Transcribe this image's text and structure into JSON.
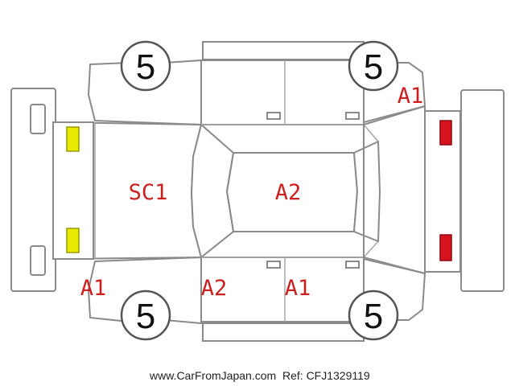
{
  "condition_labels": {
    "sc1_roof": "SC1",
    "a2_roof": "A2",
    "a1_rear_right": "A1",
    "a1_front_left": "A1",
    "a2_side_lower": "A2",
    "a1_side_lower": "A1"
  },
  "tire_scores": {
    "front_left_top": "5",
    "rear_left_top": "5",
    "front_left_bottom": "5",
    "rear_left_bottom": "5"
  },
  "footer": {
    "site": "www.CarFromJapan.com",
    "ref": "Ref: CFJ1329119"
  },
  "colors": {
    "damage_text": "#cc1f1f",
    "headlight": "#e8e800",
    "taillight": "#d8141e",
    "outline": "#8a8a8a"
  }
}
